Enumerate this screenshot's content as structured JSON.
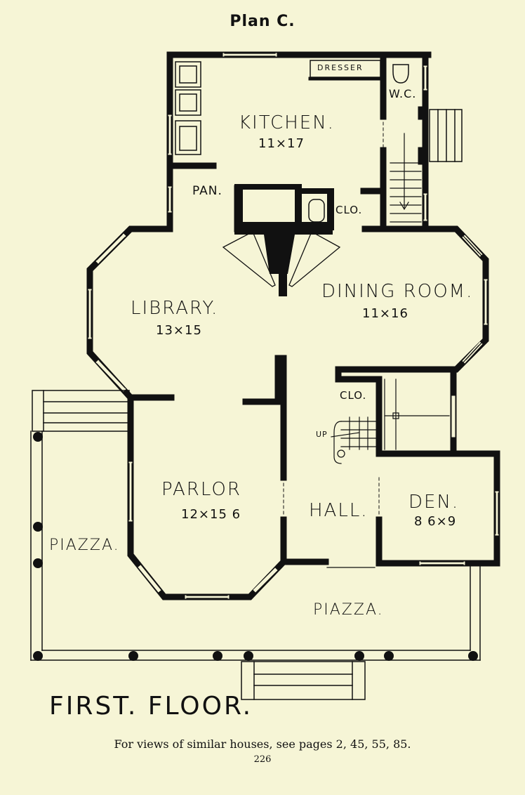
{
  "title": "Plan C.",
  "floor_label": "FIRST. FLOOR.",
  "note": "For views of similar houses, see pages 2, 45, 55, 85.",
  "page_number": "226",
  "rooms": {
    "kitchen": {
      "name": "KITCHEN.",
      "dims": "11×17"
    },
    "library": {
      "name": "LIBRARY.",
      "dims": "13×15"
    },
    "dining": {
      "name": "DINING ROOM.",
      "dims": "11×16"
    },
    "parlor": {
      "name": "PARLOR",
      "dims": "12×15 6"
    },
    "hall": {
      "name": "HALL."
    },
    "den": {
      "name": "DEN.",
      "dims": "8 6×9"
    },
    "piazza_left": {
      "name": "PIAZZA."
    },
    "piazza_front": {
      "name": "PIAZZA."
    }
  },
  "fixtures": {
    "dresser": "DRESSER",
    "wc": "W.C.",
    "pantry": "PAN.",
    "closet_kitchen": "CLO.",
    "closet_hall": "CLO.",
    "up": "UP"
  },
  "colors": {
    "paper": "#f6f5d6",
    "ink": "#111111"
  }
}
